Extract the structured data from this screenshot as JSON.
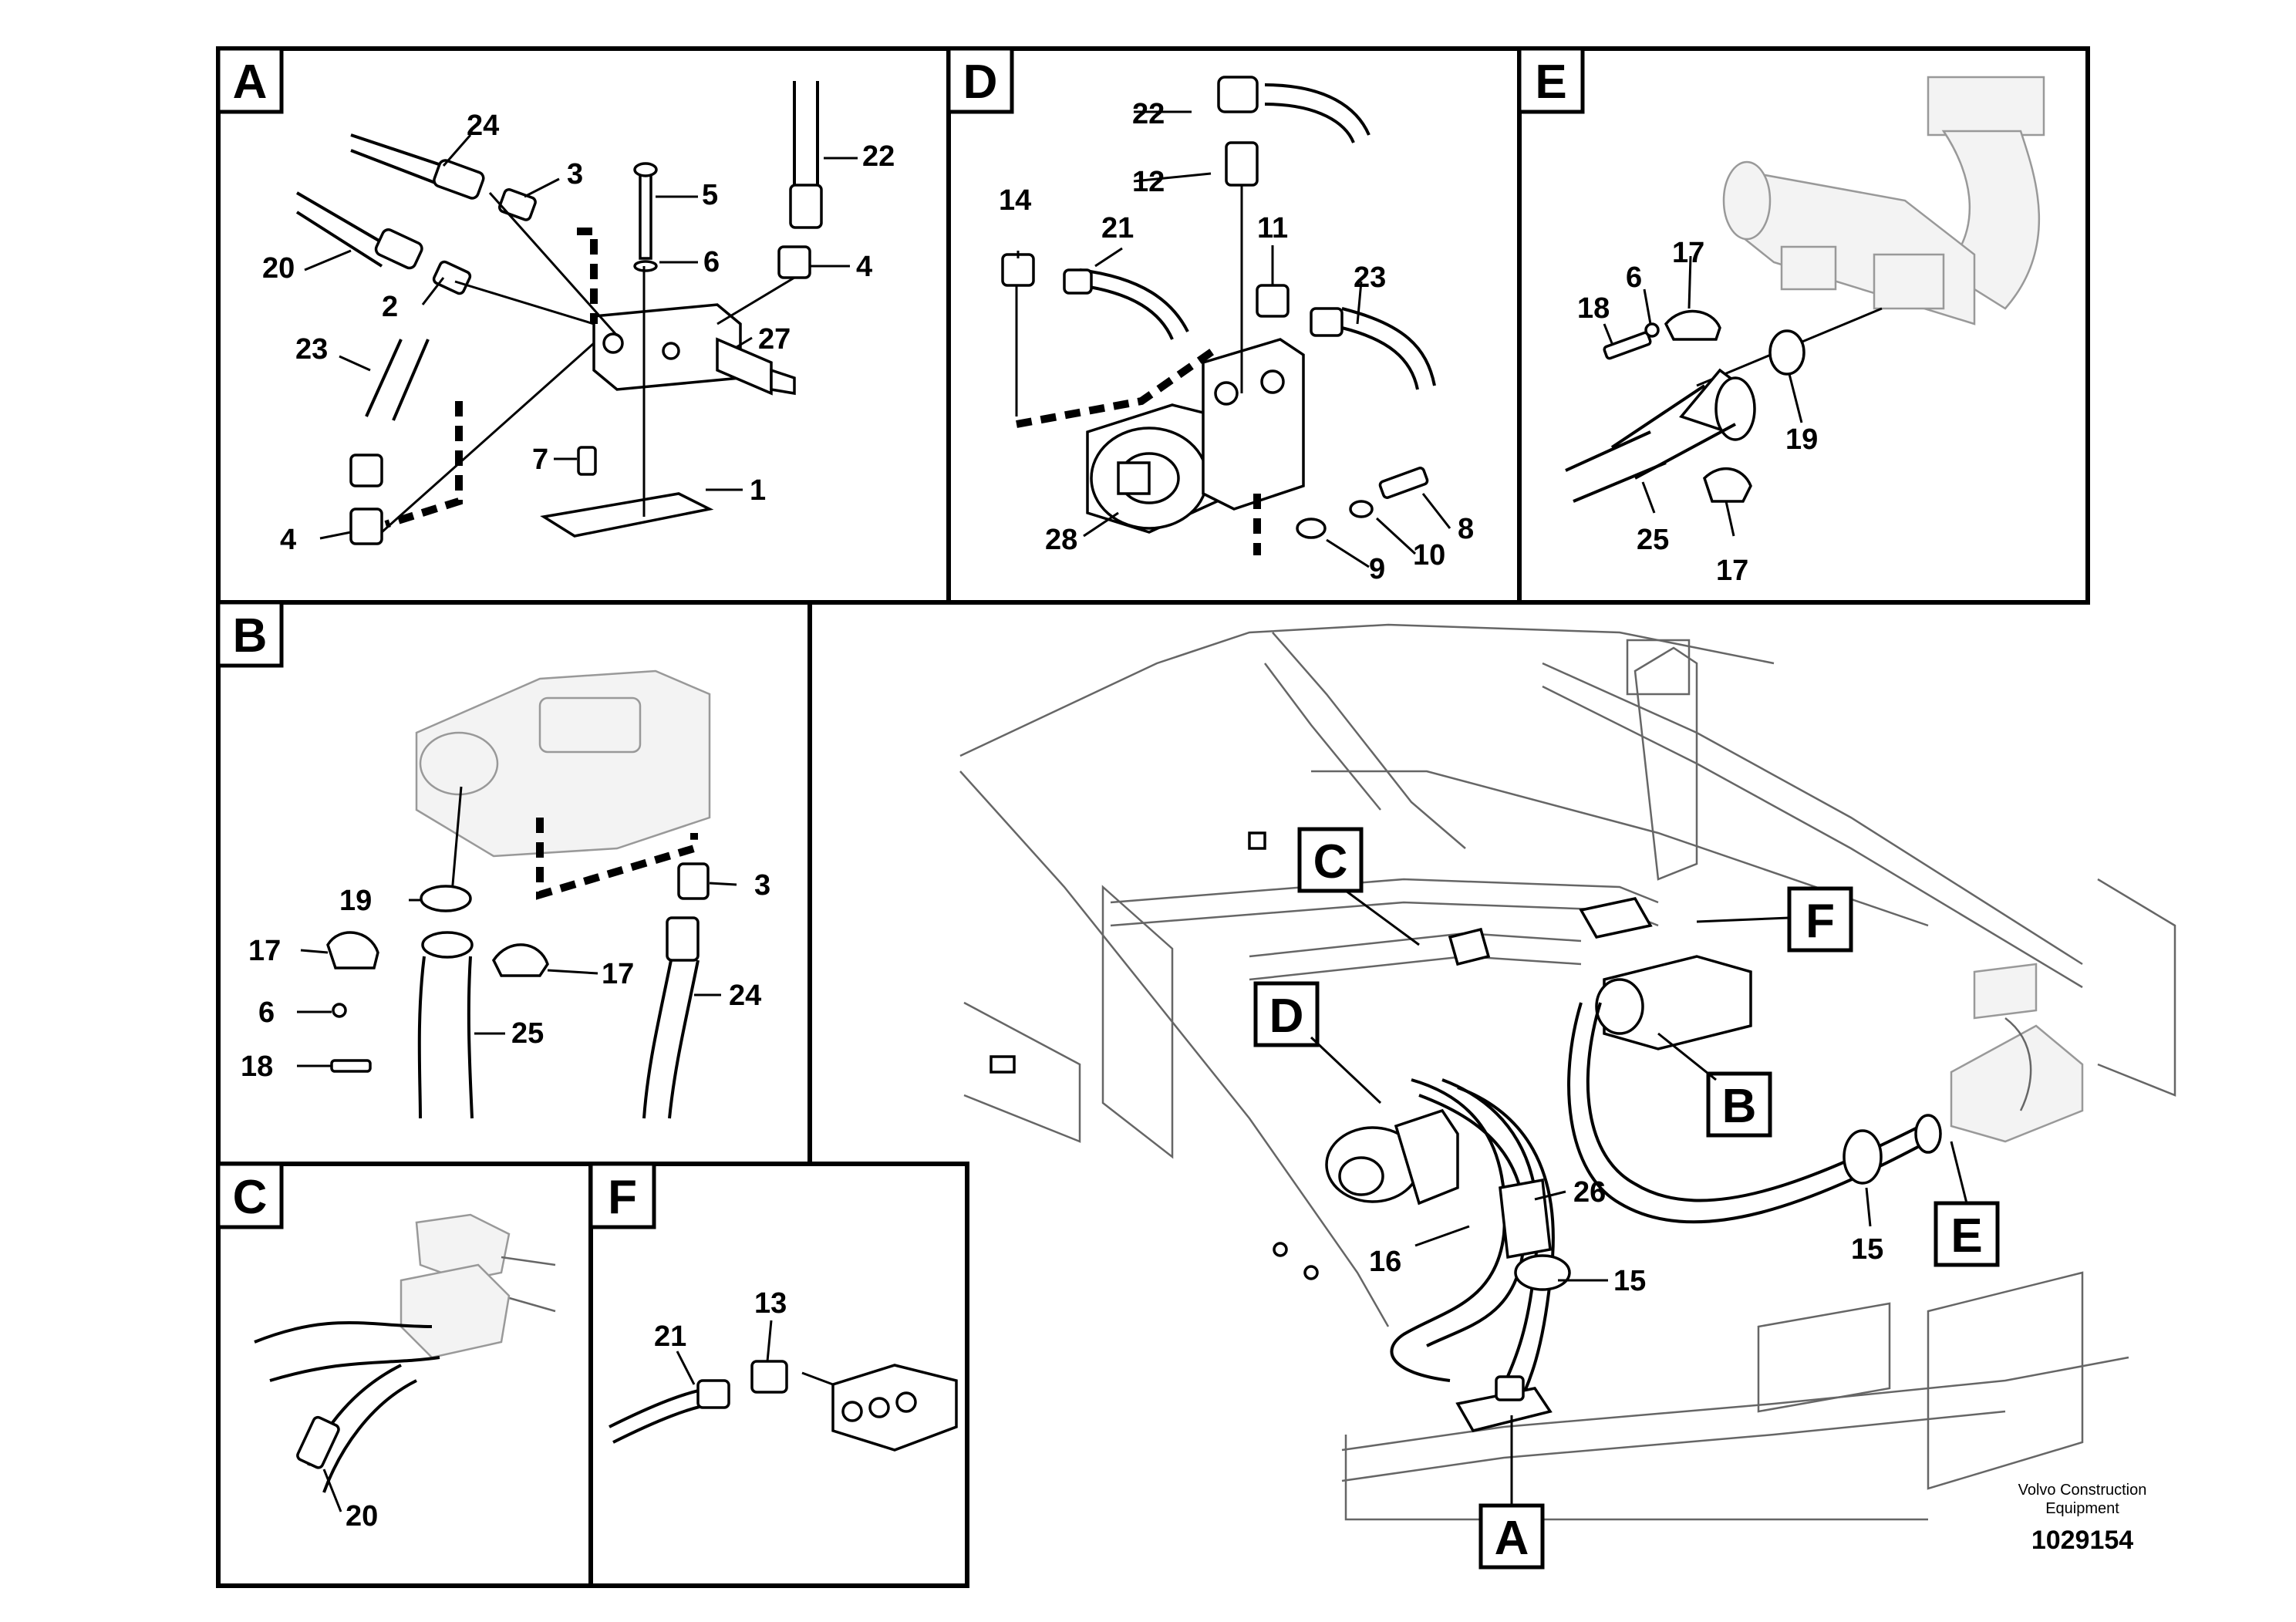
{
  "panels": {
    "a": {
      "letter": "A",
      "callouts": [
        "24",
        "3",
        "5",
        "22",
        "20",
        "6",
        "4",
        "2",
        "27",
        "23",
        "7",
        "1",
        "4"
      ]
    },
    "d": {
      "letter": "D",
      "callouts": [
        "22",
        "12",
        "14",
        "21",
        "11",
        "23",
        "28",
        "8",
        "9",
        "10"
      ]
    },
    "e": {
      "letter": "E",
      "callouts": [
        "17",
        "6",
        "18",
        "19",
        "25",
        "17"
      ]
    },
    "b": {
      "letter": "B",
      "callouts": [
        "19",
        "3",
        "17",
        "17",
        "24",
        "6",
        "25",
        "18"
      ]
    },
    "c": {
      "letter": "C",
      "callouts": [
        "20"
      ]
    },
    "f": {
      "letter": "F",
      "callouts": [
        "13",
        "21"
      ]
    },
    "main": {
      "markers": [
        "C",
        "D",
        "F",
        "B",
        "E",
        "A"
      ],
      "callouts": [
        "26",
        "16",
        "15",
        "15"
      ]
    }
  },
  "footer": {
    "company_line1": "Volvo Construction",
    "company_line2": "Equipment",
    "drawing_number": "1029154"
  }
}
